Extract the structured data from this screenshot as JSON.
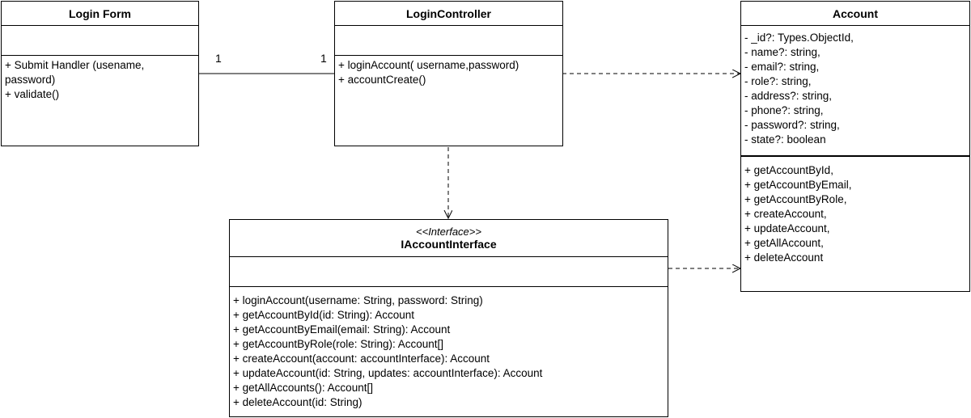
{
  "login_form": {
    "name": "Login Form",
    "methods": [
      "+ Submit Handler (usename, password)",
      "+ validate()"
    ]
  },
  "login_controller": {
    "name": "LoginController",
    "methods": [
      "+ loginAccount( username,password)",
      "+ accountCreate()"
    ]
  },
  "account": {
    "name": "Account",
    "attributes": [
      "- _id?: Types.ObjectId,",
      "- name?: string,",
      "- email?: string,",
      "- role?: string,",
      "- address?: string,",
      "- phone?: string,",
      "- password?: string,",
      "- state?: boolean"
    ],
    "methods": [
      "+ getAccountById,",
      "+ getAccountByEmail,",
      "+ getAccountByRole,",
      "+ createAccount,",
      "+ updateAccount,",
      "+ getAllAccount,",
      "+ deleteAccount"
    ]
  },
  "account_interface": {
    "stereotype": "<<Interface>>",
    "name": "IAccountInterface",
    "methods": [
      "+ loginAccount(username: String, password: String)",
      "+ getAccountById(id: String): Account",
      "+ getAccountByEmail(email: String): Account",
      "+ getAccountByRole(role: String): Account[]",
      "+ createAccount(account: accountInterface): Account",
      "+ updateAccount(id: String, updates: accountInterface): Account",
      "+ getAllAccounts(): Account[]",
      "+ deleteAccount(id: String)"
    ]
  },
  "multiplicities": {
    "left": "1",
    "right": "1"
  }
}
